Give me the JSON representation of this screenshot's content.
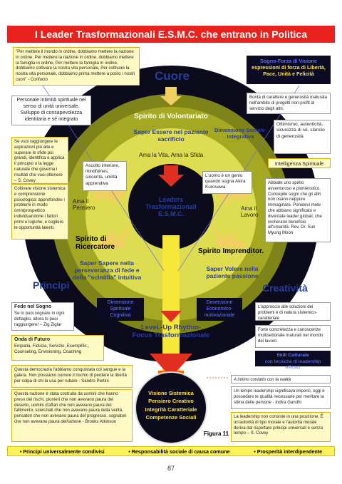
{
  "title": "I Leader Trasformazionali E.S.M.C. che entrano in Politica",
  "quote_top": "\"Per mettere il mondo in ordine, dobbiamo mettere la nazione in ordine. Per mettere la nazione in ordine, dobbiamo mettere la famiglia in ordine, Per mettere la famiglia in ordine, dobbiamo coltivare la nostra vita personale, Per coltivare la nostra vita personale, dobbiamo prima mettere a posto i nostri cuori\" - Confucio",
  "sogno_forza_title": "Sogno-Forza di Visione",
  "sogno_forza_text": "espressioni di forza di Libertà, Pace, Unità e Felicità",
  "cuore": "Cuore",
  "bonta": "Bontà di carattere e generosità maturata nell'ambito di progetti non-profit al servizio degli altri.",
  "personale": "Personale intimità spirituale nel senso di unità universale. Sviluppo di consapevolezza identitaria e sé integrato",
  "spirito_volontariato": "Spirito di Volontariato",
  "saper_essere": "Saper Essere nel paziente sacrificio",
  "ottimismo": "Ottimismo, autenticità, sicurezza di sé, slancio di generosità",
  "dimensione_sociale": "Dimensione Sociale-Integrativa",
  "covey_left": "Se vuoi raggiungere le aspirazioni più alte e superare le sfide più grandi, identifica e applica il principio o la legge naturale che governa i risultati che vuoi ottenere – S. Covey",
  "coltivare": "Coltivare visione sistemica e comprensione psicologica; approfondire i problemi in modo omniprospettico individuandone i fattori primi e logiche, e cogliere le opportunità latenti.",
  "ama_vita": "Ama la Vita, Ama la Sfida",
  "intelligenza_spirituale": "Intelligenza Spirituale",
  "ascolto": "Ascolto interiore, mindfulnes, sincerità, umiltà apprendiva",
  "genio": "L'uomo è un genio quando sogna Akira Kurosawa",
  "abbiate": "Abbiate uno spirito avventuroso e pionieristico. Concepite sogni che gli altri non osano neppure immaginare. Ponetevi mete che abbiano significato e diventate leader globali, che recherano beneficio all'umanità. Rev. Dr. Sun Myung Moon",
  "ama_pensiero": "Ama il Pensiero",
  "ama_lavoro": "Ama il Lavoro",
  "leaders_center": "Leaders Trasformazionali E.S.M.C.",
  "spirito_ricercatore": "Spirito di Ricercatore",
  "spirito_imprenditor": "Spirito Imprenditor.",
  "saper_sapere": "Saper Sapere nella perseveranza di fede e della \"scintilla\" intuitiva",
  "saper_volere": "Saper Volere nella paziente passione",
  "principi": "Principi",
  "creativita": "Creatività",
  "fede_sogno_title": "Fede nel Sogno",
  "fede_sogno_text": "Se lo puoi sognare in ogni dettaglio, allora lo puoi raggiungere! – Zig Ziglar",
  "dim_spirituale": "Dimensione Spirituale Cognitiva",
  "dim_economico": "Dimensione Economico-motivazionale",
  "approccio": "L'approccio alle soluzioni dei problemi è di natura sistemico-caratteriale",
  "onda_title": "Onda di Futuro",
  "onda_text": "Empatia, Fiducia, Servizio, Esemplific., Counseling, Envisioning, Coaching",
  "level_up": "LeveL-Up Rhythm-Focus Trasformazionale",
  "forte": "Forte concretezza e conoscenze multisettoriale maturati nel mondo del lavoro",
  "skill_title": "Skill Culturale",
  "skill_text": "con tecniche di leadership efficaci",
  "democrazia": "Questa democrazia l'abbiamo conquistata col sangue e la galera. Non possiamo correre il rischio di perdere la libertà per colpa di chi la usa per rubare - Sandro Pertini",
  "nazione": "Questa nazione è stata costruita da uomini che hanno preso dei rischi, pionieri che non avevano paura del deserto, uomini d'affari che non avevano paura del fallimento, scienziati che non avevano paura della verità, pensatori che non avevano paura del progresso, sognatori che non avevano paura dell'azione - Brooks Atkinson",
  "intimo": "A intimo contatto con la realtà",
  "bottom_circle": "Visione Sistemica Pensiero Creativo Integrità Caratteriale Competenze Sociali",
  "leadership_imposta": "Un tempo leadership significava imporsi, oggi è possedere le qualità necessarie per meritare la stima delle persone - Indira Gandhi",
  "leadership_posizione": "La leadership non consiste in una posizione. È un'autorità di tipo morale e l'autorità morale deriva dal rispettare principi universali e senza tempo – S. Covey",
  "figura": "Figura 11",
  "footer": [
    "• Principi universalmente condivisi",
    "• Responsabilità sociale di causa comune",
    "• Prosperità interdipendente"
  ],
  "page_number": "87",
  "colors": {
    "title_bg": "#e8231e",
    "ring_dark": "#0b0b1c",
    "ring_olive": "#9b9f1b",
    "core_yellow": "#e9e64a",
    "accent_blue": "#2a3d9c",
    "arrow_red": "#e23020"
  }
}
